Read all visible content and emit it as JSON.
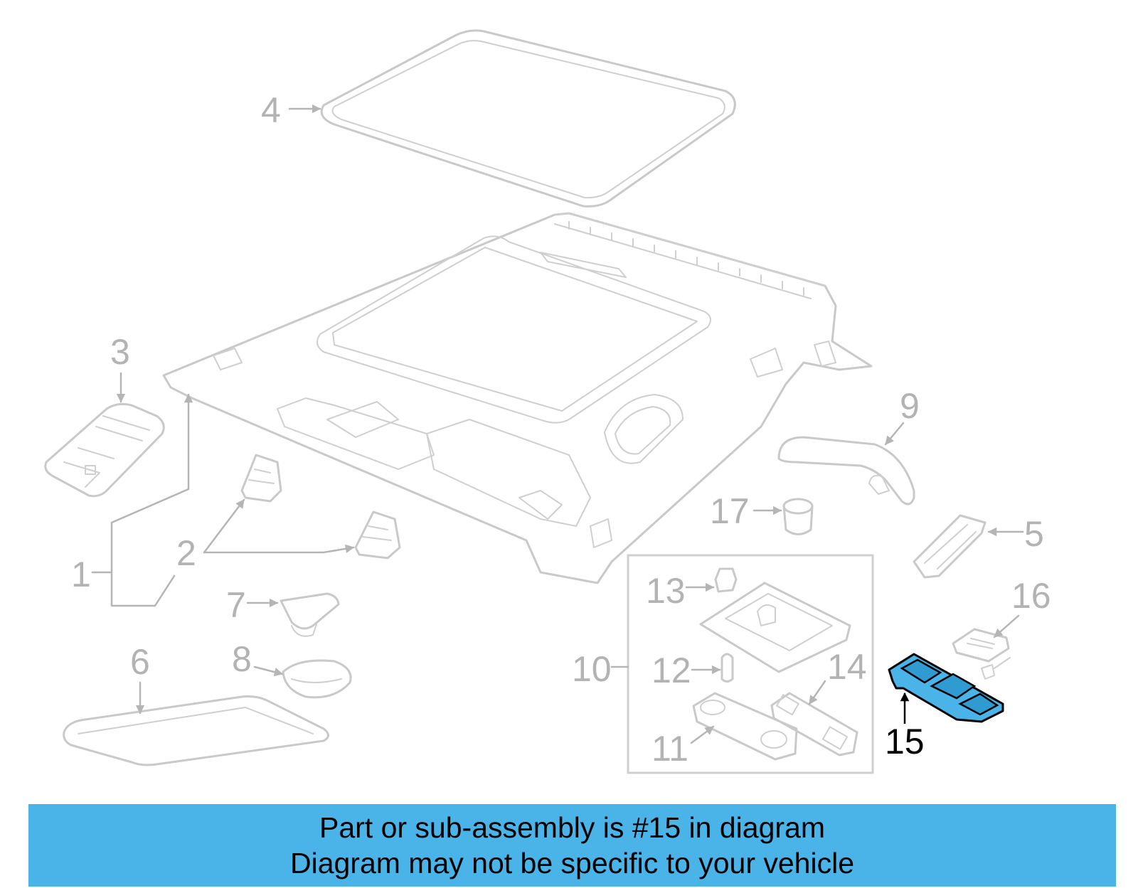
{
  "colors": {
    "part_stroke": "#c9c9c9",
    "callout_text": "#b3b3b3",
    "highlight_fill": "#4ab3e8",
    "highlight_text": "#000000",
    "banner_background": "#4ab3e8",
    "banner_text": "#000000"
  },
  "callouts": {
    "c1": "1",
    "c2": "2",
    "c3": "3",
    "c4": "4",
    "c5": "5",
    "c6": "6",
    "c7": "7",
    "c8": "8",
    "c9": "9",
    "c10": "10",
    "c11": "11",
    "c12": "12",
    "c13": "13",
    "c14": "14",
    "c15": "15",
    "c16": "16",
    "c17": "17"
  },
  "highlighted_part": "15",
  "caption": {
    "line1": "Part or sub-assembly is #15 in diagram",
    "line2": "Diagram may not be specific to your vehicle"
  }
}
